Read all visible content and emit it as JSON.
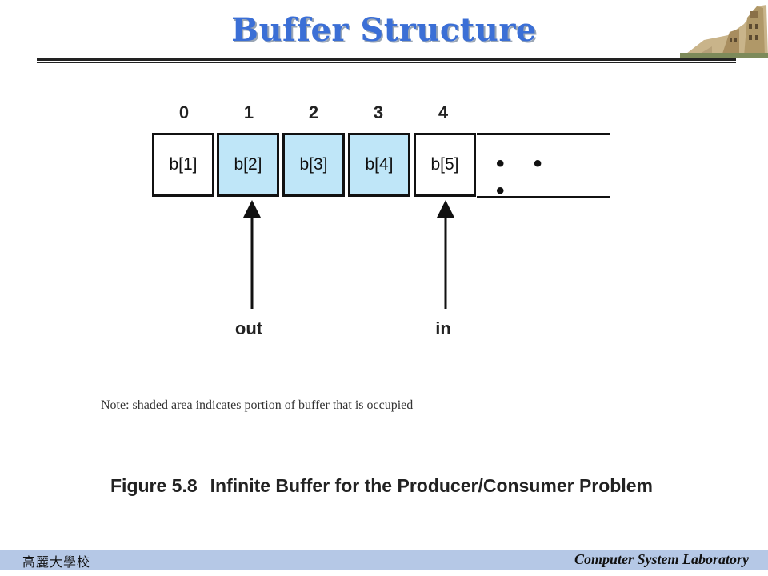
{
  "slide": {
    "title": "Buffer Structure"
  },
  "diagram": {
    "indices": [
      "0",
      "1",
      "2",
      "3",
      "4"
    ],
    "cells": [
      {
        "label": "b[1]",
        "occupied": false
      },
      {
        "label": "b[2]",
        "occupied": true
      },
      {
        "label": "b[3]",
        "occupied": true
      },
      {
        "label": "b[4]",
        "occupied": true
      },
      {
        "label": "b[5]",
        "occupied": false
      }
    ],
    "ellipsis": "• • •",
    "pointers": {
      "out": "out",
      "in": "in"
    },
    "occupied_color": "#bfe6f8"
  },
  "note": "Note: shaded area indicates portion of buffer that is occupied",
  "caption": {
    "figure": "Figure 5.8",
    "text": "Infinite Buffer for the Producer/Consumer Problem"
  },
  "footer": {
    "left": "高麗大學校",
    "right": "Computer System Laboratory",
    "bar_color": "#b5c8e6"
  },
  "colors": {
    "title": "#3b6fd6"
  }
}
